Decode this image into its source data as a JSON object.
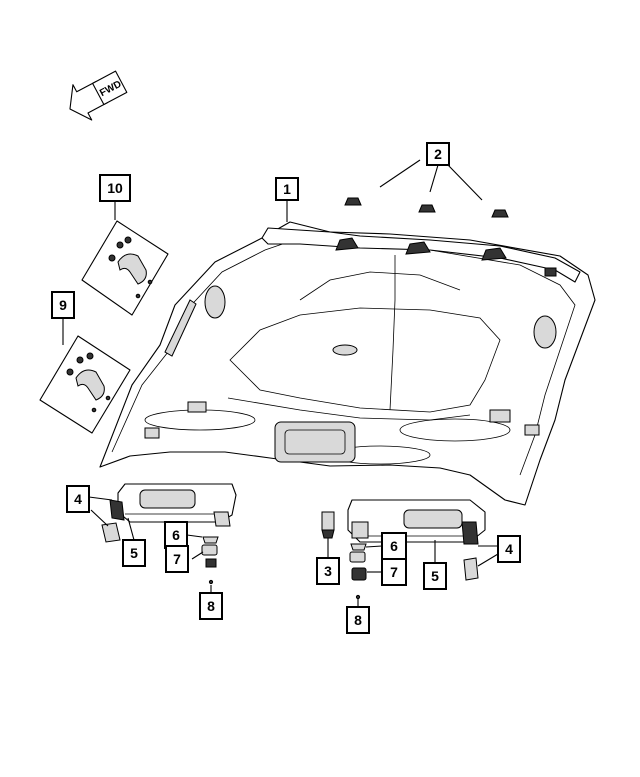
{
  "direction_label": "FWD",
  "callouts": {
    "c1": "1",
    "c2": "2",
    "c3": "3",
    "c4_left": "4",
    "c4_right": "4",
    "c5_left": "5",
    "c5_right": "5",
    "c6_left": "6",
    "c6_right": "6",
    "c7_left": "7",
    "c7_right": "7",
    "c8_left": "8",
    "c8_right": "8",
    "c9": "9",
    "c10": "10"
  },
  "icons": {
    "fwd_arrow": "fwd-arrow-icon",
    "headliner": "headliner-icon",
    "clip": "clip-icon",
    "sunvisor": "sunvisor-icon",
    "grab_handle": "grab-handle-icon",
    "screw": "screw-icon"
  }
}
